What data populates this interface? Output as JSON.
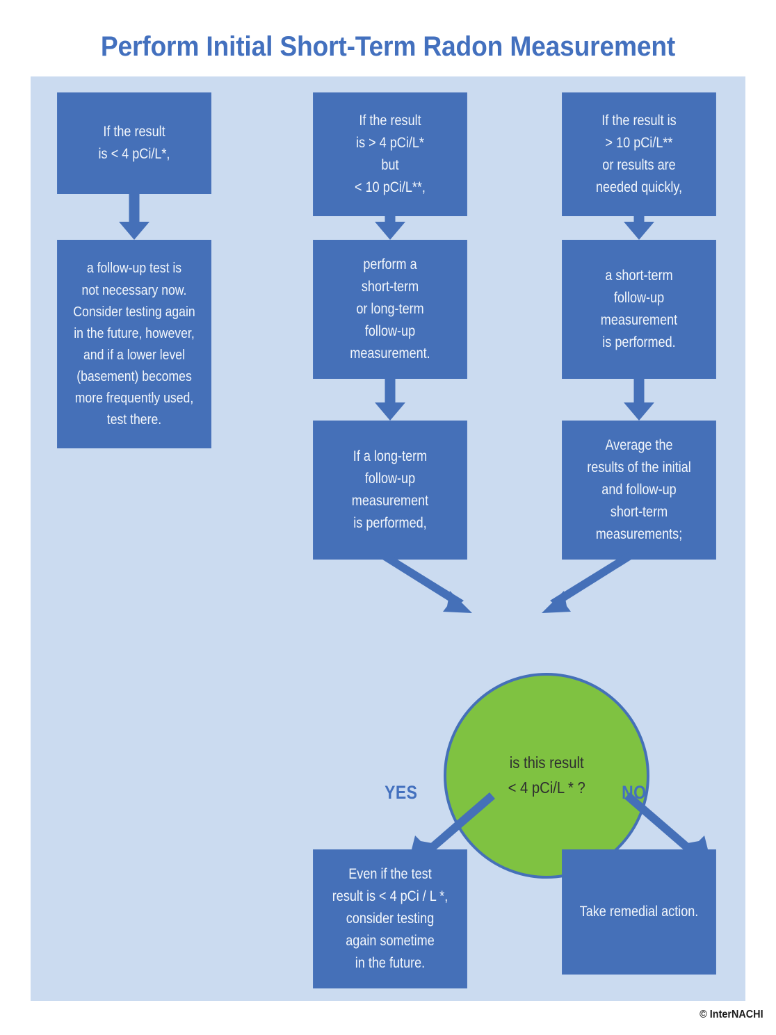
{
  "page": {
    "title": "Perform Initial Short-Term Radon Measurement",
    "footer": "© InterNACHI",
    "colors": {
      "panel_background": "#CBDBF0",
      "node_fill": "#4570B8",
      "node_text": "#F2F6FB",
      "accent_blue": "#4370BE",
      "decision_green": "#7FC241",
      "decision_text": "#2E2E30",
      "page_background": "#FFFFFF"
    }
  },
  "flowchart": {
    "type": "decision-flowchart",
    "columns": [
      {
        "id": "column-low",
        "nodes": [
          {
            "id": "low-condition",
            "text": "If the result\nis  <  4 pCi/L*,"
          },
          {
            "id": "low-action",
            "text": "a follow-up test is\nnot necessary now.\nConsider testing again\nin the future, however,\nand if a lower level\n(basement) becomes\nmore frequently used,\ntest there."
          }
        ]
      },
      {
        "id": "column-mid",
        "nodes": [
          {
            "id": "mid-condition",
            "text": "If the result\nis  >  4 pCi/L*\nbut\n< 10 pCi/L**,"
          },
          {
            "id": "mid-action",
            "text": "perform a\nshort-term\nor long-term\nfollow-up\nmeasurement."
          },
          {
            "id": "mid-longterm",
            "text": "If a long-term\nfollow-up\nmeasurement\nis performed,"
          }
        ]
      },
      {
        "id": "column-high",
        "nodes": [
          {
            "id": "high-condition",
            "text": "If the result is\n> 10 pCi/L**\nor results are\nneeded quickly,"
          },
          {
            "id": "high-action",
            "text": "a short-term\nfollow-up\nmeasurement\nis performed."
          },
          {
            "id": "high-average",
            "text": "Average the\nresults of the initial\nand follow-up\nshort-term\nmeasurements;"
          }
        ]
      }
    ],
    "decision": {
      "id": "decision-circle",
      "text": "is this result\n< 4 pCi/L * ?",
      "branches": [
        {
          "id": "branch-yes",
          "label": "YES"
        },
        {
          "id": "branch-no",
          "label": "NO"
        }
      ]
    },
    "outcomes": [
      {
        "id": "outcome-yes",
        "text": "Even if the test\nresult is < 4 pCi / L *,\nconsider testing\nagain sometime\nin the future."
      },
      {
        "id": "outcome-no",
        "text": "Take remedial action."
      }
    ]
  }
}
